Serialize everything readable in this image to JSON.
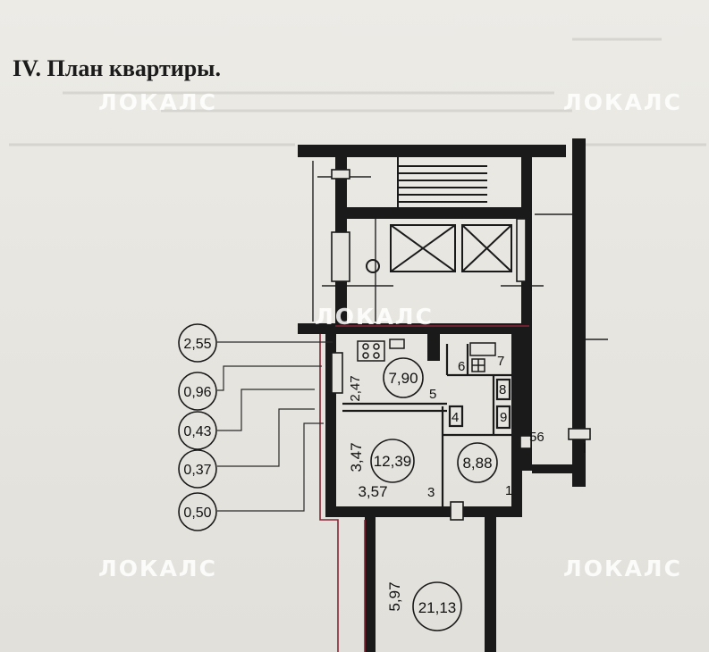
{
  "header": {
    "title": "IV. План квартиры."
  },
  "watermark": {
    "text": "ЛОКАЛС"
  },
  "callouts": [
    "2,55",
    "0,96",
    "0,43",
    "0,37",
    "0,50"
  ],
  "rooms": {
    "kitchen_area": "7,90",
    "kitchen_height": "2,47",
    "living_area": "12,39",
    "living_len": "3,47",
    "living_width": "3,57",
    "hall_area": "8,88",
    "loggia_area": "21,13",
    "loggia_len": "5,97"
  },
  "room_numbers": [
    "5",
    "6",
    "7",
    "8",
    "4",
    "9",
    "3",
    "1"
  ],
  "misc": {
    "dim56": "56",
    "mark_l": "l"
  }
}
